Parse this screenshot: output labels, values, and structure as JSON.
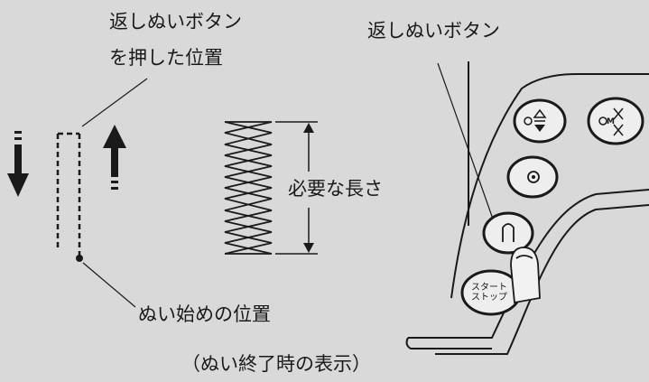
{
  "labels": {
    "reverse_button_top_line1": "返しぬいボタン",
    "reverse_button_top_line2": "を押した位置",
    "reverse_button_right": "返しぬいボタン",
    "required_length": "必要な長さ",
    "sewing_start_position": "ぬい始めの位置",
    "caption": "（ぬい終了時の表示）"
  },
  "buttons": {
    "start_stop_line1": "スタート",
    "start_stop_line2": "ストップ",
    "cut_mark": "M"
  },
  "colors": {
    "background": "#d9d9d9",
    "ink": "#1a1a1a",
    "button_fill": "#eeeeee"
  }
}
